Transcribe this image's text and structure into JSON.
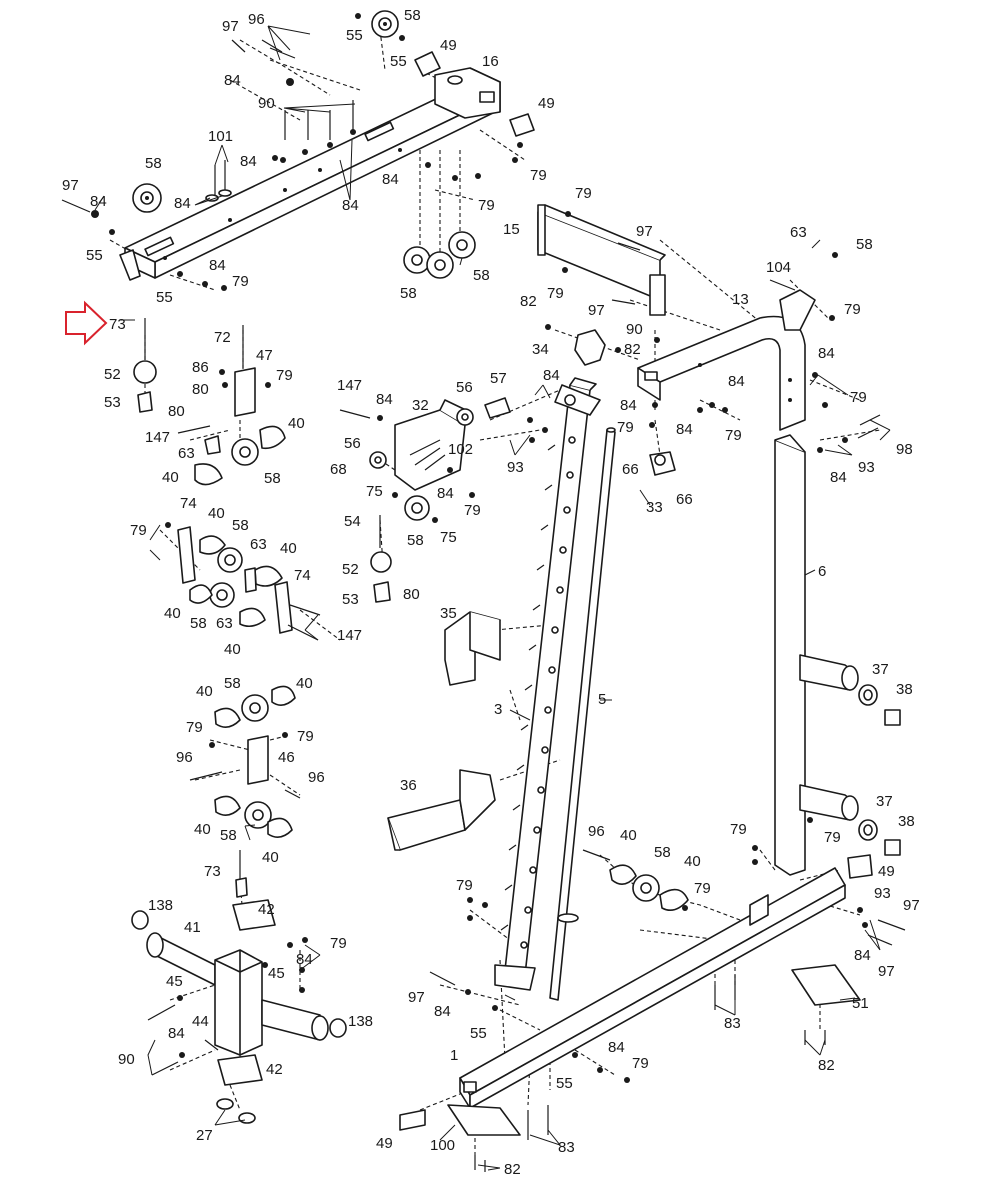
{
  "labels": {
    "p97a": "97",
    "p96a": "96",
    "p55a": "55",
    "p58a": "58",
    "p55b": "55",
    "p49a": "49",
    "p16": "16",
    "p84a": "84",
    "p90a": "90",
    "p49b": "49",
    "p101": "101",
    "p84b": "84",
    "p84c": "84",
    "p84d": "84",
    "p79a": "79",
    "p79b": "79",
    "p58b": "58",
    "p97b": "97",
    "p84e": "84",
    "p84f": "84",
    "p55c": "55",
    "p55d": "55",
    "p84g": "84",
    "p79c": "79",
    "p58c": "58",
    "p58d": "58",
    "p79d": "79",
    "p15": "15",
    "p97c": "97",
    "p79e": "79",
    "p63a": "63",
    "p58e": "58",
    "p104": "104",
    "p82a": "82",
    "p97d": "97",
    "p13": "13",
    "p79f": "79",
    "p90b": "90",
    "p34": "34",
    "p82b": "82",
    "p84h": "84",
    "p79g": "79",
    "p84i": "84",
    "p84j": "84",
    "p79h": "79",
    "p84k": "84",
    "p79i": "79",
    "p98": "98",
    "p93a": "93",
    "p84l": "84",
    "p66a": "66",
    "p66b": "66",
    "p33": "33",
    "p73a": "73",
    "p72": "72",
    "p47": "47",
    "p86": "86",
    "p80a": "80",
    "p79j": "79",
    "p52a": "52",
    "p53a": "53",
    "p80b": "80",
    "p147a": "147",
    "p40a": "40",
    "p63b": "63",
    "p40b": "40",
    "p58f": "58",
    "p147b": "147",
    "p84m": "84",
    "p32": "32",
    "p56a": "56",
    "p57": "57",
    "p84n": "84",
    "p102": "102",
    "p56b": "56",
    "p68": "68",
    "p93b": "93",
    "p84o": "84",
    "p79k": "79",
    "p75a": "75",
    "p58g": "58",
    "p75b": "75",
    "p54": "54",
    "p52b": "52",
    "p53b": "53",
    "p80c": "80",
    "p74a": "74",
    "p40c": "40",
    "p79l": "79",
    "p58h": "58",
    "p63c": "63",
    "p40d": "40",
    "p74b": "74",
    "p40e": "40",
    "p58i": "58",
    "p63d": "63",
    "p40f": "40",
    "p147c": "147",
    "p35": "35",
    "p6": "6",
    "p37a": "37",
    "p38a": "38",
    "p5": "5",
    "p3": "3",
    "p40g": "40",
    "p58j": "58",
    "p40h": "40",
    "p79m": "79",
    "p79n": "79",
    "p46": "46",
    "p96b": "96",
    "p96c": "96",
    "p40i": "40",
    "p58k": "58",
    "p40j": "40",
    "p36": "36",
    "p37b": "37",
    "p38b": "38",
    "p79o": "79",
    "p79p": "79",
    "p49c": "49",
    "p96d": "96",
    "p40k": "40",
    "p58l": "58",
    "p40l": "40",
    "p79q": "79",
    "p73b": "73",
    "p138a": "138",
    "p42a": "42",
    "p41": "41",
    "p79r": "79",
    "p84p": "84",
    "p45a": "45",
    "p45b": "45",
    "p44": "44",
    "p84q": "84",
    "p90c": "90",
    "p138b": "138",
    "p42b": "42",
    "p27": "27",
    "p79s": "79",
    "p93c": "93",
    "p97e": "97",
    "p84r": "84",
    "p97f": "97",
    "p97g": "97",
    "p84s": "84",
    "p55e": "55",
    "p83a": "83",
    "p51": "51",
    "p1": "1",
    "p84t": "84",
    "p79t": "79",
    "p55f": "55",
    "p82c": "82",
    "p49d": "49",
    "p100": "100",
    "p83b": "83",
    "p82d": "82"
  },
  "highlight": {
    "color": "#d9232d",
    "target_part": "73"
  },
  "colors": {
    "ink": "#1a1a1a",
    "paper": "#ffffff"
  }
}
